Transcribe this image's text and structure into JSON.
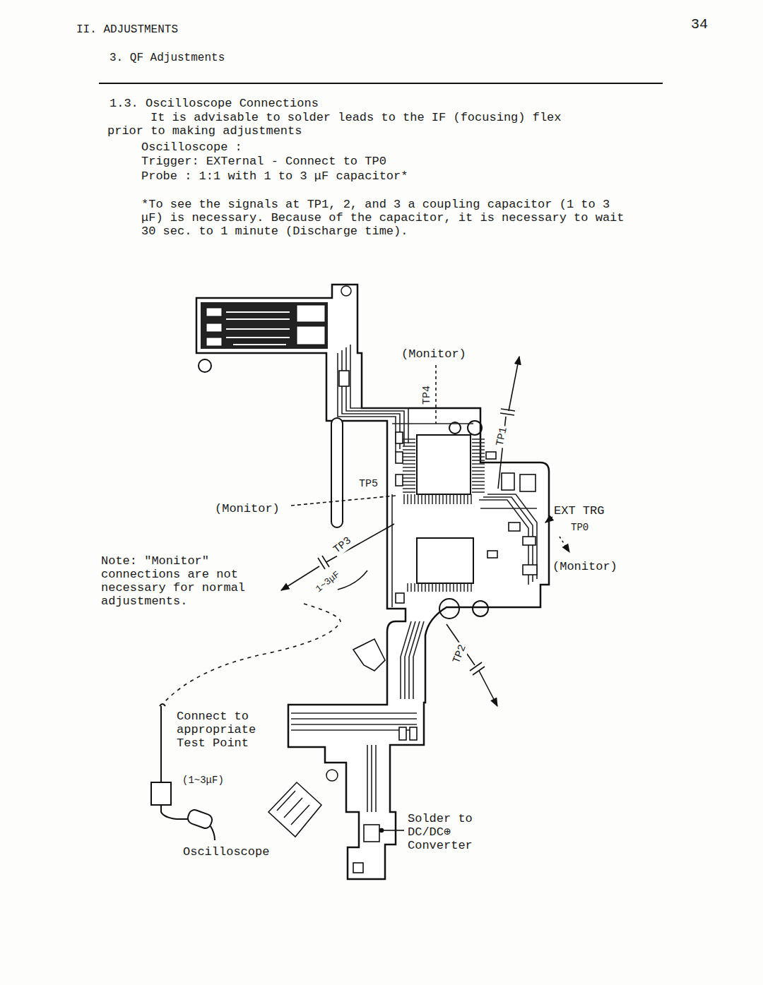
{
  "diagram": {
    "title": "II. ADJUSTMENTS",
    "labels": [
      "34",
      "3. QF Adjustments",
      "1.3. Oscilloscope Connections",
      "It is advisable to solder leads to the IF (focusing) flex prior to making adjustments",
      "Oscilloscope :",
      "Trigger: EXTernal - Connect to TP0",
      "Probe : 1:1 with 1 to 3 μF capacitor*",
      "*To see the signals at TP1, 2, and 3 a coupling capacitor (1 to 3 μF) is necessary. Because of the capacitor, it is necessary to wait 30 sec. to 1 minute (Discharge time).",
      "(Monitor)",
      "TP4",
      "TP1",
      "TP5",
      "(Monitor)",
      "EXT TRG",
      "TP0",
      "TP3",
      "(Monitor)",
      "Note: \"Monitor\" connections are not necessary for normal adjustments.",
      "1~3μF",
      "TP2",
      "Connect to appropriate Test Point",
      "(1~3μF)",
      "Oscilloscope",
      "Solder to DC/DC⊕ Converter"
    ]
  }
}
